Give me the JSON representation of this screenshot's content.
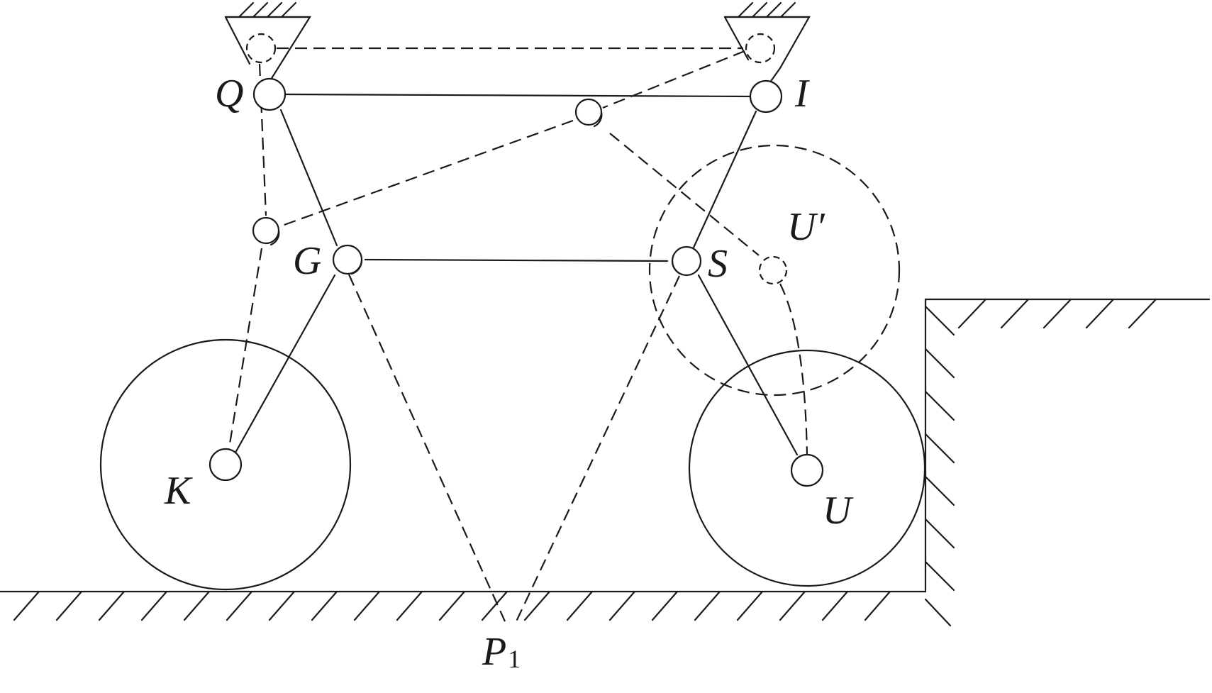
{
  "figure": {
    "labels": {
      "Q": "Q",
      "I": "I",
      "G": "G",
      "S": "S",
      "U_prime": "U′",
      "K": "K",
      "U": "U",
      "P": "P",
      "P_sub": "1"
    }
  }
}
